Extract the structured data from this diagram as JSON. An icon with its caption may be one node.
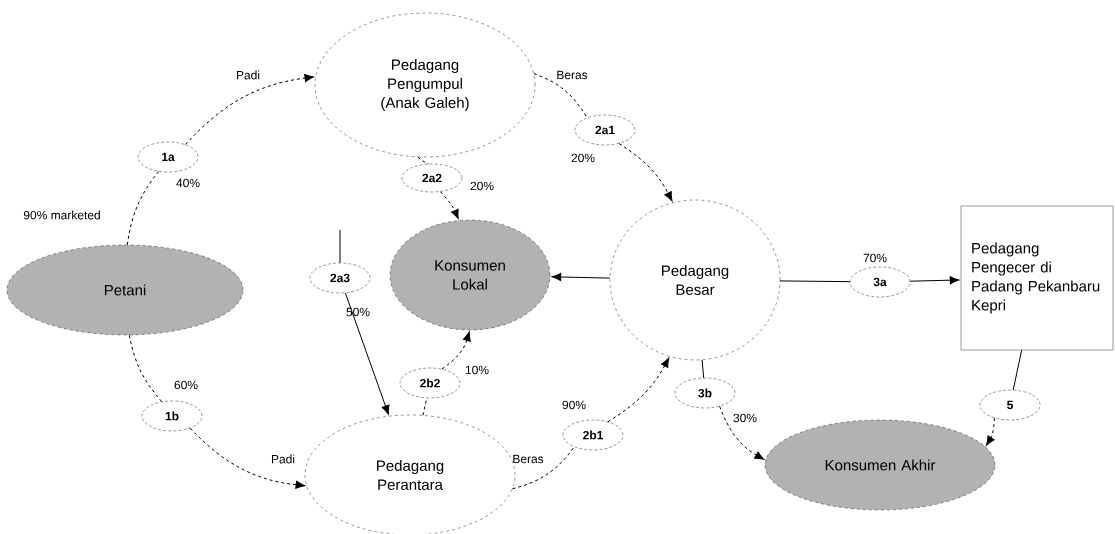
{
  "diagram": {
    "nodes": [
      {
        "text": [
          "Pedagang Pengumpul (Anak Galeh)"
        ]
      },
      {
        "text": [
          "Petani"
        ]
      },
      {
        "text": [
          "Konsumen Lokal"
        ]
      },
      {
        "text": [
          "Pedagang Besar"
        ]
      },
      {
        "text": [
          "Pedagang Pengecer di Padang Pekanbaru Kepri"
        ]
      },
      {
        "text": [
          "Pedagang Perantara"
        ]
      },
      {
        "text": [
          "Konsumen Akhir"
        ]
      },
      {
        "text": [
          "1a"
        ]
      },
      {
        "text": [
          "1b"
        ]
      },
      {
        "text": [
          "2a1"
        ]
      },
      {
        "text": [
          "2a2"
        ]
      },
      {
        "text": [
          "2a3"
        ]
      },
      {
        "text": [
          "2b2"
        ]
      },
      {
        "text": [
          "2b1"
        ]
      },
      {
        "text": [
          "3a"
        ]
      },
      {
        "text": [
          "3b"
        ]
      },
      {
        "text": [
          "5"
        ]
      }
    ],
    "edges": [
      {
        "from": 1,
        "to": 7,
        "arrow": "none",
        "style": "dashed"
      },
      {
        "from": 7,
        "to": 0,
        "arrow": "to",
        "style": "dashed"
      },
      {
        "from": 1,
        "to": 8,
        "arrow": "none",
        "style": "dashed"
      },
      {
        "from": 8,
        "to": 5,
        "arrow": "to",
        "style": "dashed"
      },
      {
        "from": 0,
        "to": 9,
        "arrow": "none",
        "style": "dashed"
      },
      {
        "from": 9,
        "to": 3,
        "arrow": "to",
        "style": "dashed"
      },
      {
        "from": 0,
        "to": 10,
        "arrow": "none",
        "style": "dashed"
      },
      {
        "from": 10,
        "to": 2,
        "arrow": "to",
        "style": "dashed"
      },
      {
        "from": null,
        "to": 11,
        "arrow": "none"
      },
      {
        "from": 11,
        "to": 5,
        "arrow": "to"
      },
      {
        "from": 5,
        "to": 12,
        "arrow": "none",
        "style": "dashed"
      },
      {
        "from": 12,
        "to": 2,
        "arrow": "to",
        "style": "dashed"
      },
      {
        "from": 5,
        "to": 13,
        "arrow": "none",
        "style": "dashed"
      },
      {
        "from": 13,
        "to": 3,
        "arrow": "to",
        "style": "dashed"
      },
      {
        "from": 3,
        "to": 2,
        "arrow": "to"
      },
      {
        "from": 3,
        "to": 14,
        "arrow": "none"
      },
      {
        "from": 14,
        "to": 4,
        "arrow": "to"
      },
      {
        "from": 3,
        "to": 15,
        "arrow": "none"
      },
      {
        "from": 15,
        "to": 6,
        "arrow": "to",
        "style": "dashed"
      },
      {
        "from": 4,
        "to": 16,
        "arrow": "none"
      },
      {
        "from": 16,
        "to": 6,
        "arrow": "to",
        "style": "dashed"
      }
    ],
    "labels": [
      "Padi",
      "Beras",
      "40%",
      "20%",
      "20%",
      "90% marketed",
      "50%",
      "70%",
      "60%",
      "10%",
      "90%",
      "30%",
      "Padi",
      "Beras"
    ]
  }
}
